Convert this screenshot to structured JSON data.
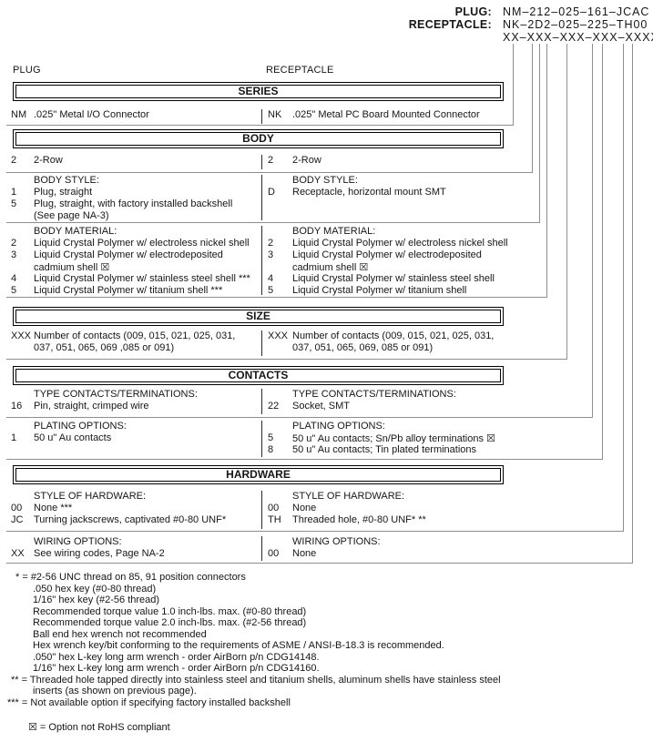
{
  "part_numbers": {
    "plug_label": "PLUG:",
    "plug_value": "NM–212–025–161–JCAC",
    "receptacle_label": "RECEPTACLE:",
    "receptacle_value": "NK–2D2–025–225–TH00",
    "pattern": "XX–XXX–XXX–XXX–XXXX"
  },
  "columns": {
    "left": "PLUG",
    "right": "RECEPTACLE"
  },
  "series": {
    "title": "SERIES",
    "left": {
      "code": "NM",
      "text": ".025\" Metal I/O Connector"
    },
    "right": {
      "code": "NK",
      "text": ".025\" Metal PC Board Mounted Connector"
    }
  },
  "body": {
    "title": "BODY",
    "row": {
      "left": {
        "code": "2",
        "text": "2-Row"
      },
      "right": {
        "code": "2",
        "text": "2-Row"
      }
    },
    "style": {
      "left": {
        "heading": "BODY STYLE:",
        "rows": [
          {
            "code": "1",
            "text": "Plug, straight"
          },
          {
            "code": "5",
            "text": "Plug, straight, with factory installed backshell"
          },
          {
            "code": "",
            "text": "(See page NA-3)"
          }
        ]
      },
      "right": {
        "heading": "BODY STYLE:",
        "rows": [
          {
            "code": "D",
            "text": "Receptacle, horizontal mount SMT"
          }
        ]
      }
    },
    "material": {
      "left": {
        "heading": "BODY MATERIAL:",
        "rows": [
          {
            "code": "2",
            "text": "Liquid Crystal Polymer w/ electroless nickel shell"
          },
          {
            "code": "3",
            "text": "Liquid Crystal Polymer w/ electrodeposited"
          },
          {
            "code": "",
            "text": "cadmium shell  ☒"
          },
          {
            "code": "4",
            "text": "Liquid Crystal Polymer w/ stainless steel shell ***"
          },
          {
            "code": "5",
            "text": "Liquid Crystal Polymer w/ titanium shell ***"
          }
        ]
      },
      "right": {
        "heading": "BODY MATERIAL:",
        "rows": [
          {
            "code": "2",
            "text": "Liquid Crystal Polymer w/ electroless nickel shell"
          },
          {
            "code": "3",
            "text": "Liquid Crystal Polymer w/ electrodeposited"
          },
          {
            "code": "",
            "text": "cadmium shell  ☒"
          },
          {
            "code": "4",
            "text": "Liquid Crystal Polymer w/ stainless steel shell"
          },
          {
            "code": "5",
            "text": "Liquid Crystal Polymer w/ titanium shell"
          }
        ]
      }
    }
  },
  "size": {
    "title": "SIZE",
    "left": {
      "rows": [
        {
          "code": "XXX",
          "text": "Number of contacts (009, 015, 021, 025, 031,"
        },
        {
          "code": "",
          "text": "037, 051, 065, 069 ,085 or 091)"
        }
      ]
    },
    "right": {
      "rows": [
        {
          "code": "XXX",
          "text": "Number of contacts (009, 015, 021, 025, 031,"
        },
        {
          "code": "",
          "text": "037, 051, 065, 069, 085 or 091)"
        }
      ]
    }
  },
  "contacts": {
    "title": "CONTACTS",
    "type": {
      "left": {
        "heading": "TYPE CONTACTS/TERMINATIONS:",
        "rows": [
          {
            "code": "16",
            "text": "Pin, straight, crimped wire"
          }
        ]
      },
      "right": {
        "heading": "TYPE CONTACTS/TERMINATIONS:",
        "rows": [
          {
            "code": "22",
            "text": "Socket, SMT"
          }
        ]
      }
    },
    "plating": {
      "left": {
        "heading": "PLATING OPTIONS:",
        "rows": [
          {
            "code": "1",
            "text": "50 u\" Au contacts"
          }
        ]
      },
      "right": {
        "heading": "PLATING OPTIONS:",
        "rows": [
          {
            "code": "5",
            "text": "50 u\" Au contacts; Sn/Pb alloy terminations  ☒"
          },
          {
            "code": "8",
            "text": "50 u\" Au contacts; Tin plated terminations"
          }
        ]
      }
    }
  },
  "hardware": {
    "title": "HARDWARE",
    "style": {
      "left": {
        "heading": "STYLE OF HARDWARE:",
        "rows": [
          {
            "code": "00",
            "text": "None  ***"
          },
          {
            "code": "JC",
            "text": "Turning jackscrews, captivated #0-80 UNF*"
          }
        ]
      },
      "right": {
        "heading": "STYLE OF HARDWARE:",
        "rows": [
          {
            "code": "00",
            "text": "None"
          },
          {
            "code": "TH",
            "text": "Threaded hole, #0-80 UNF*  **"
          }
        ]
      }
    },
    "wiring": {
      "left": {
        "heading": "WIRING OPTIONS:",
        "rows": [
          {
            "code": "XX",
            "text": "See wiring codes, Page NA-2"
          }
        ]
      },
      "right": {
        "heading": "WIRING OPTIONS:",
        "rows": [
          {
            "code": "00",
            "text": "None"
          }
        ]
      }
    }
  },
  "footnotes": [
    "* = #2-56 UNC thread on 85, 91 position connectors",
    ".050 hex key (#0-80 thread)",
    "1/16\" hex key (#2-56 thread)",
    "Recommended torque value 1.0 inch-lbs. max. (#0-80 thread)",
    "Recommended torque value 2.0 inch-lbs. max. (#2-56 thread)",
    "Ball end hex wrench not recommended",
    "Hex wrench key/bit conforming to the requirements of ASME / ANSI-B-18.3 is recommended.",
    ".050\" hex L-key long arm wrench - order AirBorn p/n CDG14148.",
    "1/16\" hex L-key long arm wrench - order AirBorn p/n CDG14160.",
    "** = Threaded hole tapped directly into stainless steel and titanium shells, aluminum shells have stainless steel",
    "inserts (as shown on previous page).",
    "*** = Not available option if specifying factory installed backshell",
    "☒ = Option not RoHS compliant"
  ]
}
